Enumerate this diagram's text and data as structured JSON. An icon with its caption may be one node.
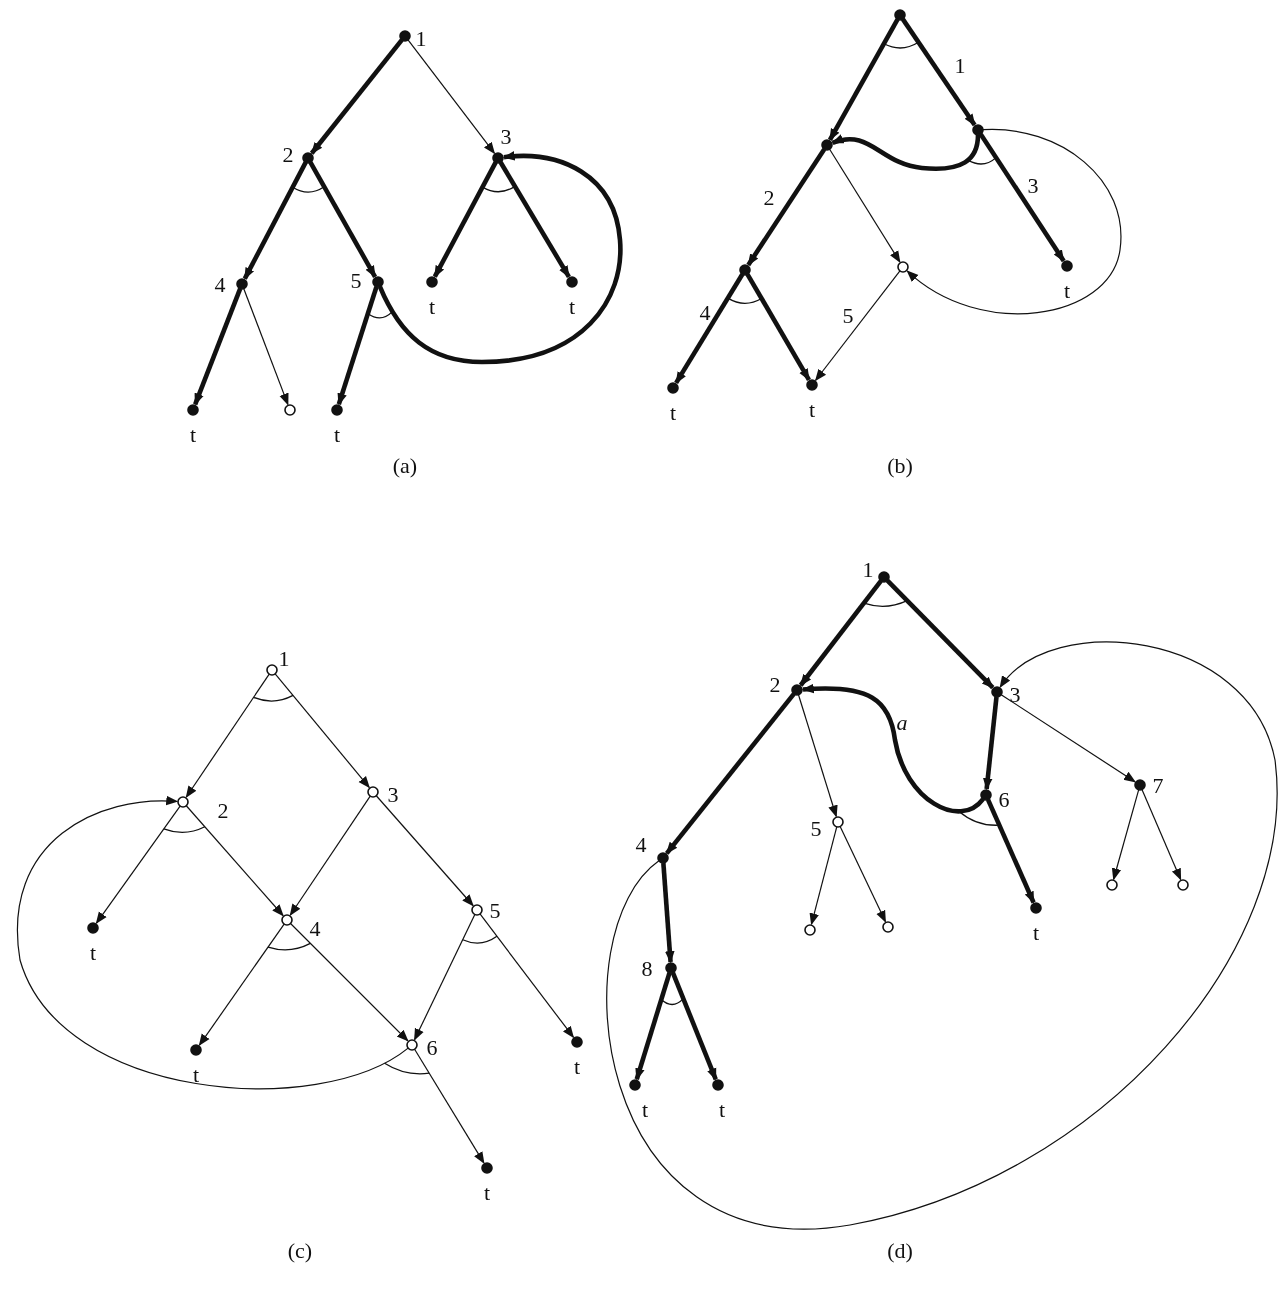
{
  "diagram": {
    "nodes": [
      {
        "text": [],
        "shape": "dot",
        "beside": [
          "1"
        ]
      },
      {
        "text": [],
        "shape": "dot",
        "beside": [
          "2"
        ]
      },
      {
        "text": [],
        "shape": "dot",
        "beside": [
          "3"
        ]
      },
      {
        "text": [],
        "shape": "dot",
        "beside": [
          "4"
        ]
      },
      {
        "text": [],
        "shape": "dot",
        "beside": [
          "5"
        ]
      },
      {
        "text": [],
        "shape": "dot",
        "beside": [
          "t"
        ]
      },
      {
        "text": [],
        "shape": "dot",
        "beside": [
          "t"
        ]
      },
      {
        "text": [],
        "shape": "dot",
        "beside": [
          "t"
        ]
      },
      {
        "text": [],
        "shape": "circle"
      },
      {
        "text": [],
        "shape": "dot",
        "beside": [
          "t"
        ]
      },
      {
        "text": [],
        "shape": "dot",
        "beside": [
          "1"
        ]
      },
      {
        "text": [],
        "shape": "dot",
        "beside": [
          "2"
        ]
      },
      {
        "text": [],
        "shape": "dot",
        "beside": [
          "3"
        ]
      },
      {
        "text": [],
        "shape": "dot",
        "beside": [
          "4"
        ]
      },
      {
        "text": [],
        "shape": "circle",
        "beside": [
          "5"
        ]
      },
      {
        "text": [],
        "shape": "dot",
        "beside": [
          "t"
        ]
      },
      {
        "text": [],
        "shape": "dot",
        "beside": [
          "t"
        ]
      },
      {
        "text": [],
        "shape": "dot",
        "beside": [
          "t"
        ]
      },
      {
        "text": [],
        "shape": "circle",
        "beside": [
          "1"
        ]
      },
      {
        "text": [],
        "shape": "circle",
        "beside": [
          "2"
        ]
      },
      {
        "text": [],
        "shape": "circle",
        "beside": [
          "3"
        ]
      },
      {
        "text": [],
        "shape": "dot",
        "beside": [
          "t"
        ]
      },
      {
        "text": [],
        "shape": "circle",
        "beside": [
          "4"
        ]
      },
      {
        "text": [],
        "shape": "circle",
        "beside": [
          "5"
        ]
      },
      {
        "text": [],
        "shape": "dot",
        "beside": [
          "t"
        ]
      },
      {
        "text": [],
        "shape": "circle",
        "beside": [
          "6"
        ]
      },
      {
        "text": [],
        "shape": "dot",
        "beside": [
          "t"
        ]
      },
      {
        "text": [],
        "shape": "dot",
        "beside": [
          "t"
        ]
      },
      {
        "text": [],
        "shape": "dot",
        "beside": [
          "1"
        ]
      },
      {
        "text": [],
        "shape": "dot",
        "beside": [
          "2"
        ]
      },
      {
        "text": [],
        "shape": "dot",
        "beside": [
          "3"
        ]
      },
      {
        "text": [],
        "shape": "dot",
        "beside": [
          "4"
        ]
      },
      {
        "text": [],
        "shape": "circle",
        "beside": [
          "5"
        ]
      },
      {
        "text": [],
        "shape": "dot",
        "beside": [
          "6"
        ]
      },
      {
        "text": [],
        "shape": "dot",
        "beside": [
          "7"
        ]
      },
      {
        "text": [],
        "shape": "dot",
        "beside": [
          "8"
        ]
      },
      {
        "text": [],
        "shape": "circle"
      },
      {
        "text": [],
        "shape": "circle"
      },
      {
        "text": [],
        "shape": "dot",
        "beside": [
          "t"
        ]
      },
      {
        "text": [],
        "shape": "circle"
      },
      {
        "text": [],
        "shape": "circle"
      },
      {
        "text": [],
        "shape": "dot",
        "beside": [
          "t"
        ]
      },
      {
        "text": [],
        "shape": "dot",
        "beside": [
          "t"
        ]
      }
    ],
    "edges": [
      {
        "from": 0,
        "to": 1,
        "arrow": "to",
        "style": "thick"
      },
      {
        "from": 0,
        "to": 2,
        "arrow": "to"
      },
      {
        "from": 1,
        "to": 3,
        "arrow": "to",
        "style": "thick"
      },
      {
        "from": 1,
        "to": 4,
        "arrow": "to",
        "style": "thick"
      },
      {
        "from": 2,
        "to": 5,
        "arrow": "to",
        "style": "thick"
      },
      {
        "from": 2,
        "to": 6,
        "arrow": "to",
        "style": "thick"
      },
      {
        "from": 3,
        "to": 7,
        "arrow": "to",
        "style": "thick"
      },
      {
        "from": 3,
        "to": 8,
        "arrow": "to"
      },
      {
        "from": 4,
        "to": 9,
        "arrow": "to",
        "style": "thick"
      },
      {
        "from": 4,
        "to": 2,
        "arrow": "to",
        "style": "thick"
      },
      {
        "from": 10,
        "to": 11,
        "arrow": "to",
        "style": "thick"
      },
      {
        "from": 10,
        "to": 12,
        "arrow": "to",
        "style": "thick"
      },
      {
        "from": 12,
        "to": 11,
        "arrow": "to",
        "style": "thick"
      },
      {
        "from": 12,
        "to": 15,
        "arrow": "to",
        "style": "thick"
      },
      {
        "from": 11,
        "to": 13,
        "arrow": "to",
        "style": "thick"
      },
      {
        "from": 11,
        "to": 14,
        "arrow": "to"
      },
      {
        "from": 13,
        "to": 16,
        "arrow": "to",
        "style": "thick"
      },
      {
        "from": 13,
        "to": 17,
        "arrow": "to",
        "style": "thick"
      },
      {
        "from": 14,
        "to": 17,
        "arrow": "to"
      },
      {
        "from": 12,
        "to": 14,
        "arrow": "to"
      },
      {
        "from": 18,
        "to": 19,
        "arrow": "to"
      },
      {
        "from": 18,
        "to": 20,
        "arrow": "to"
      },
      {
        "from": 19,
        "to": 21,
        "arrow": "to"
      },
      {
        "from": 19,
        "to": 22,
        "arrow": "to"
      },
      {
        "from": 20,
        "to": 22,
        "arrow": "to"
      },
      {
        "from": 20,
        "to": 23,
        "arrow": "to"
      },
      {
        "from": 22,
        "to": 24,
        "arrow": "to"
      },
      {
        "from": 22,
        "to": 25,
        "arrow": "to"
      },
      {
        "from": 23,
        "to": 25,
        "arrow": "to"
      },
      {
        "from": 23,
        "to": 26,
        "arrow": "to"
      },
      {
        "from": 25,
        "to": 27,
        "arrow": "to"
      },
      {
        "from": 25,
        "to": 19,
        "arrow": "to"
      },
      {
        "from": 28,
        "to": 29,
        "arrow": "to",
        "style": "thick"
      },
      {
        "from": 28,
        "to": 30,
        "arrow": "to",
        "style": "thick"
      },
      {
        "from": 29,
        "to": 31,
        "arrow": "to",
        "style": "thick"
      },
      {
        "from": 29,
        "to": 32,
        "arrow": "to"
      },
      {
        "from": 33,
        "to": 29,
        "arrow": "to",
        "style": "thick",
        "label": "a"
      },
      {
        "from": 30,
        "to": 33,
        "arrow": "to",
        "style": "thick"
      },
      {
        "from": 30,
        "to": 34,
        "arrow": "to"
      },
      {
        "from": 31,
        "to": 35,
        "arrow": "to",
        "style": "thick"
      },
      {
        "from": 32,
        "to": 36,
        "arrow": "to"
      },
      {
        "from": 32,
        "to": 37,
        "arrow": "to"
      },
      {
        "from": 33,
        "to": 38,
        "arrow": "to",
        "style": "thick"
      },
      {
        "from": 34,
        "to": 39,
        "arrow": "to"
      },
      {
        "from": 34,
        "to": 40,
        "arrow": "to"
      },
      {
        "from": 35,
        "to": 41,
        "arrow": "to",
        "style": "thick"
      },
      {
        "from": 35,
        "to": 42,
        "arrow": "to",
        "style": "thick"
      },
      {
        "from": 31,
        "to": 30,
        "arrow": "to"
      }
    ],
    "labels": [
      "(a)",
      "(b)",
      "(c)",
      "(d)"
    ]
  }
}
